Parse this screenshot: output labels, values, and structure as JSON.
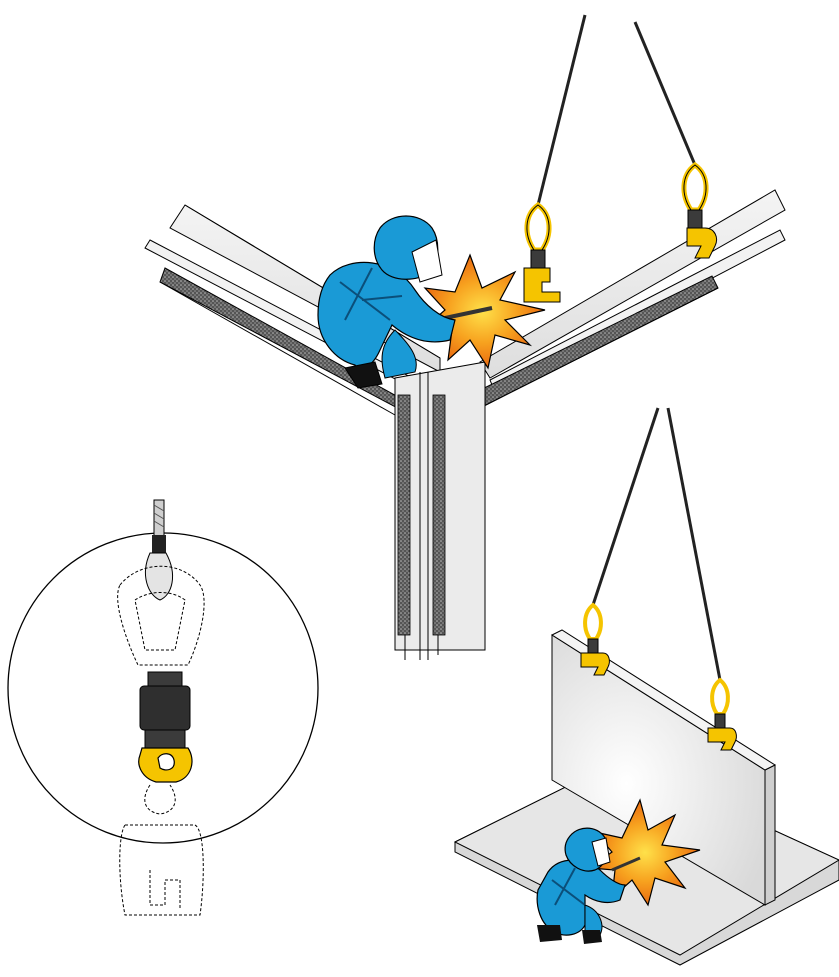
{
  "illustration": {
    "kind": "safety-diagram",
    "colors": {
      "worker_suit": "#1a9ad6",
      "worker_suit_dark": "#0b4f7a",
      "hook_yellow": "#f5c400",
      "swivel_dark": "#3b3b3b",
      "spark_orange": "#f08a1c",
      "spark_yellow": "#ffd21e",
      "steel_light": "#eeeeee",
      "steel_mid": "#d6d6d6",
      "weld_seam": "#444444",
      "wire_rope": "#222222",
      "outline": "#000000"
    },
    "scenes": [
      {
        "id": "beam-junction",
        "icons": [
          "welder-icon",
          "welding-spark-icon",
          "lifting-clamp-icon",
          "swivel-hook-icon"
        ]
      },
      {
        "id": "detail-callout",
        "icons": [
          "wire-rope-icon",
          "swivel-icon",
          "safety-hook-icon",
          "plate-clamp-outline-icon"
        ]
      },
      {
        "id": "t-plate",
        "icons": [
          "welder-icon",
          "welding-spark-icon",
          "lifting-clamp-icon"
        ]
      }
    ]
  }
}
